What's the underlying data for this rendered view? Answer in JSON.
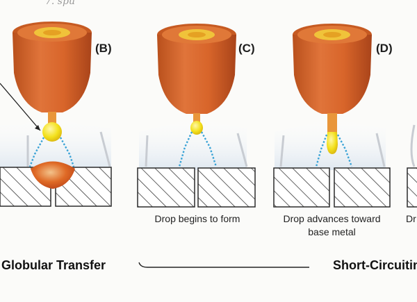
{
  "panels": [
    {
      "id": "B",
      "label": "(B)",
      "caption": []
    },
    {
      "id": "C",
      "label": "(C)",
      "caption": [
        "Drop begins to form"
      ]
    },
    {
      "id": "D",
      "label": "(D)",
      "caption": [
        "Drop advances toward",
        "base metal"
      ]
    }
  ],
  "edge_caption": "Dr",
  "section_left": "Globular Transfer",
  "section_right": "Short-Circuitin",
  "handwriting": "7. spu",
  "colors": {
    "nozzle": "#d9682a",
    "nozzle_top": "#c9571f",
    "electrode": "#e79a37",
    "droplet": "#f2e21e",
    "arc": "#3aa3d6",
    "weld_pool": "#d8581c",
    "plate_hatch": "#333333",
    "shield_glow": "#dfe8f2"
  }
}
